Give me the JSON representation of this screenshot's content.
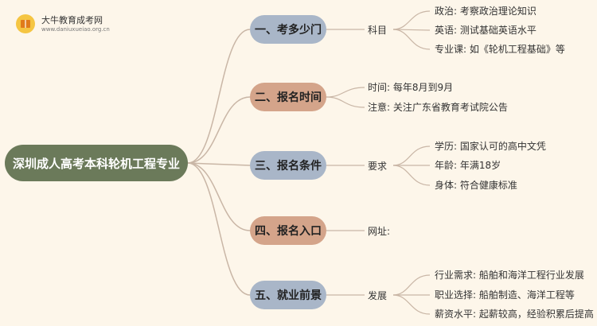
{
  "logo": {
    "title": "大牛教育成考网",
    "url": "www.daniuxueiao.org.cn"
  },
  "root": "深圳成人高考本科轮机工程专业",
  "branches": [
    {
      "label": "一、考多少门",
      "sub": "科目",
      "leaves": [
        "政治: 考察政治理论知识",
        "英语: 测试基础英语水平",
        "专业课: 如《轮机工程基础》等"
      ]
    },
    {
      "label": "二、报名时间",
      "sub": "",
      "leaves": [
        "时间: 每年8月到9月",
        "注意: 关注广东省教育考试院公告"
      ]
    },
    {
      "label": "三、报名条件",
      "sub": "要求",
      "leaves": [
        "学历: 国家认可的高中文凭",
        "年龄: 年满18岁",
        "身体: 符合健康标准"
      ]
    },
    {
      "label": "四、报名入口",
      "sub": "网址:",
      "leaves": []
    },
    {
      "label": "五、就业前景",
      "sub": "发展",
      "leaves": [
        "行业需求: 船舶和海洋工程行业发展",
        "职业选择: 船舶制造、海洋工程等",
        "薪资水平: 起薪较高，经验积累后提高"
      ]
    }
  ],
  "colors": {
    "background": "#fdf6ea",
    "root": "#6b7a5a",
    "node_blue": "#a9b6c8",
    "node_tan": "#d4a48a",
    "line": "#c9b6a6"
  }
}
